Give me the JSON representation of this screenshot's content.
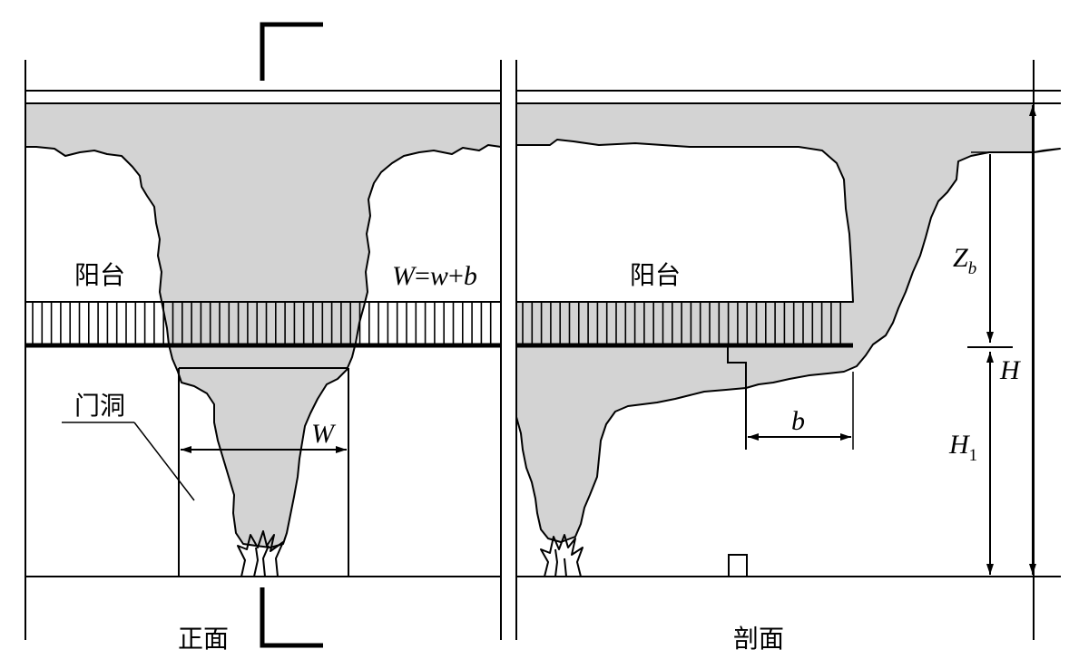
{
  "labels": {
    "front_view": "正面",
    "section_view": "剖面",
    "balcony_left": "阳台",
    "balcony_right": "阳台",
    "door_opening": "门洞",
    "width_formula": {
      "W": "W",
      "eq": "=",
      "w": "w",
      "plus": "+",
      "b": "b"
    },
    "width_W": "W",
    "depth_b": "b",
    "height_Zb": {
      "main": "Z",
      "sub": "b"
    },
    "height_H": "H",
    "height_H1": {
      "main": "H",
      "sub": "1"
    }
  },
  "colors": {
    "smoke_fill": "#d3d3d3",
    "line": "#000000",
    "background": "#ffffff"
  }
}
